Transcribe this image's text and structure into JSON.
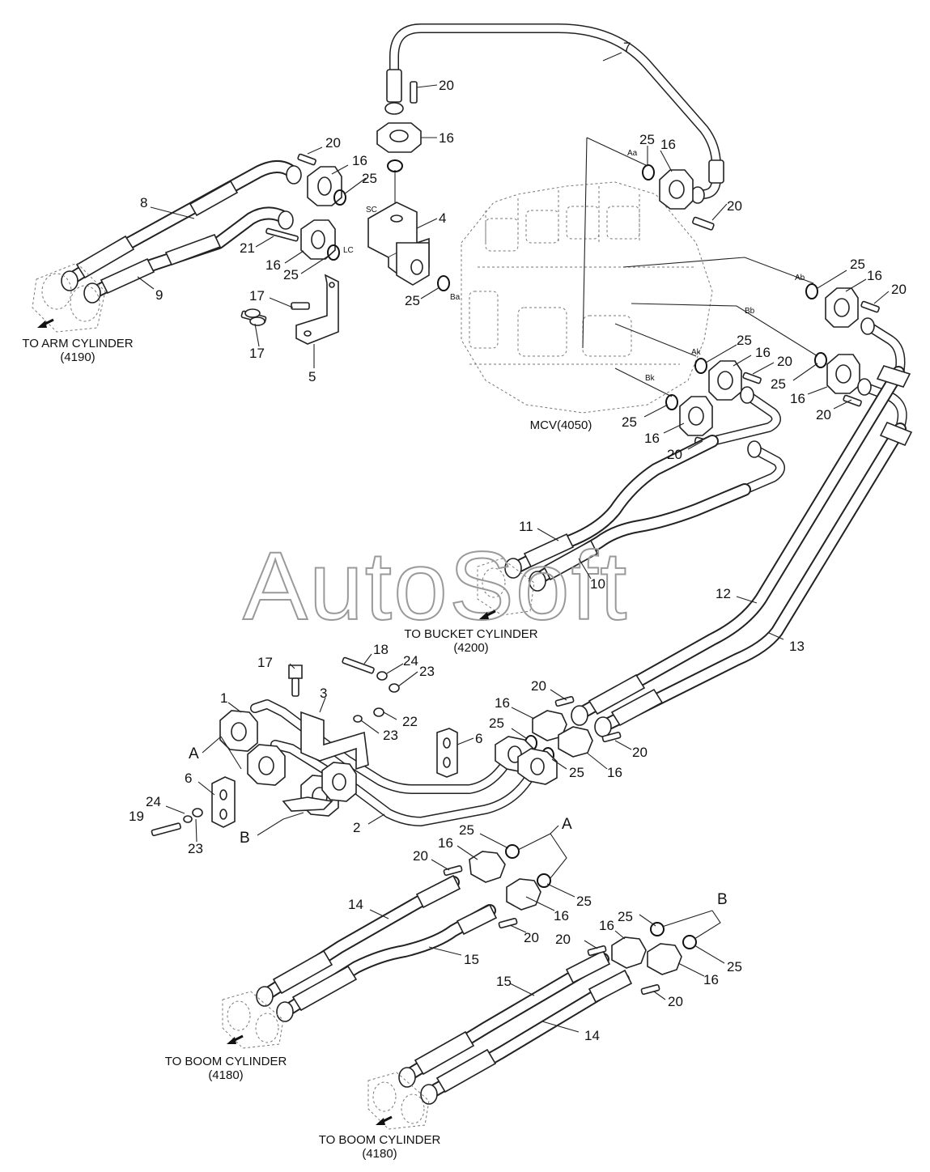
{
  "watermark": "AutoSoft",
  "mcv_label": "MCV(4050)",
  "destinations": {
    "arm": {
      "line1": "TO ARM CYLINDER",
      "line2": "(4190)"
    },
    "bucket": {
      "line1": "TO BUCKET CYLINDER",
      "line2": "(4200)"
    },
    "boom_left": {
      "line1": "TO BOOM CYLINDER",
      "line2": "(4180)"
    },
    "boom_right": {
      "line1": "TO BOOM CYLINDER",
      "line2": "(4180)"
    }
  },
  "ports": {
    "aa": "Aa",
    "ab": "Ab",
    "bb": "Bb",
    "ak": "Ak",
    "bk": "Bk",
    "sc": "SC",
    "lc": "LC",
    "ba": "Ba"
  },
  "group_letters": {
    "a1": "A",
    "b1": "B",
    "a2": "A",
    "b2": "B"
  },
  "callouts": {
    "c7": "7",
    "c20a": "20",
    "c16a": "16",
    "c25a": "25",
    "c16b": "16",
    "c20b": "20",
    "c20c": "20",
    "c16c": "16",
    "c25b": "25",
    "c8": "8",
    "c4": "4",
    "c21": "21",
    "c16d": "16",
    "c25c": "25",
    "c9": "9",
    "c25d": "25",
    "c17a": "17",
    "c17b": "17",
    "c5": "5",
    "c25e": "25",
    "c16e": "16",
    "c20d": "20",
    "c25f": "25",
    "c16f": "16",
    "c20e": "20",
    "c25g": "25",
    "c16g": "16",
    "c20f": "20",
    "c25h": "25",
    "c16h": "16",
    "c20g": "20",
    "c11": "11",
    "c10": "10",
    "c12": "12",
    "c13": "13",
    "c18": "18",
    "c17c": "17",
    "c24a": "24",
    "c23a": "23",
    "c3": "3",
    "c1": "1",
    "c22": "22",
    "c23b": "23",
    "c6a": "6",
    "c20h": "20",
    "c16i": "16",
    "c25i": "25",
    "c20i": "20",
    "c25j": "25",
    "c16j": "16",
    "c6b": "6",
    "c24b": "24",
    "c19": "19",
    "c23c": "23",
    "c2": "2",
    "c25k": "25",
    "c20j": "20",
    "c16k": "16",
    "c25l": "25",
    "c14a": "14",
    "c16l": "16",
    "c20k": "20",
    "c15a": "15",
    "c25m": "25",
    "c16m": "16",
    "c20l": "20",
    "c25n": "25",
    "c16n": "16",
    "c15b": "15",
    "c20m": "20",
    "c14b": "14"
  }
}
